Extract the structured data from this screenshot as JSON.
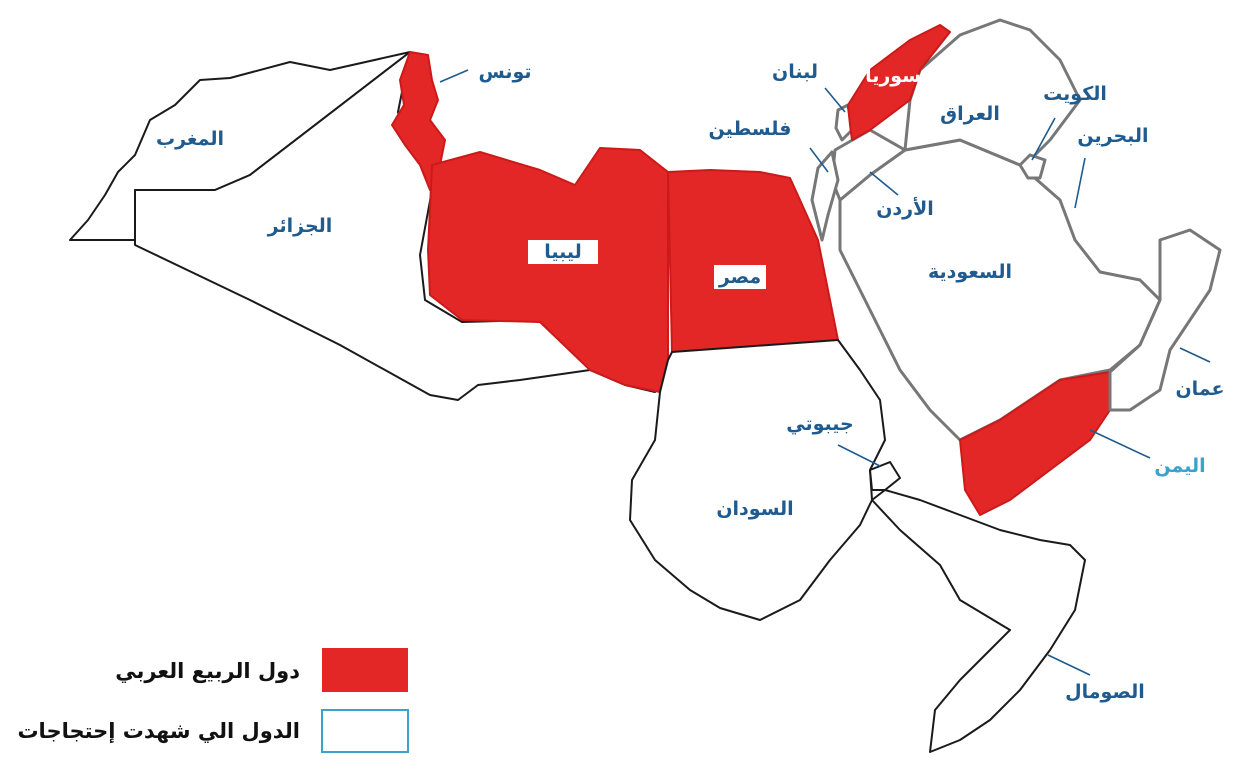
{
  "legend": {
    "items": [
      {
        "label": "دول الربيع العربي",
        "swatch": "filled"
      },
      {
        "label": "الدول الي شهدت إحتجاجات",
        "swatch": "outline"
      }
    ]
  },
  "colors": {
    "spring_fill": "#e32626",
    "protest_outline": "#3aa2cf",
    "label_text": "#1f5b8f",
    "border": "#1a1a1a",
    "border_gray": "#777777"
  },
  "countries": {
    "morocco": {
      "name": "المغرب",
      "status": "none"
    },
    "algeria": {
      "name": "الجزائر",
      "status": "none"
    },
    "tunisia": {
      "name": "تونس",
      "status": "arab_spring"
    },
    "libya": {
      "name": "ليبيا",
      "status": "arab_spring"
    },
    "egypt": {
      "name": "مصر",
      "status": "arab_spring"
    },
    "sudan": {
      "name": "السودان",
      "status": "none"
    },
    "djibouti": {
      "name": "جيبوتي",
      "status": "none"
    },
    "somalia": {
      "name": "الصومال",
      "status": "none"
    },
    "palestine": {
      "name": "فلسطين",
      "status": "none"
    },
    "lebanon": {
      "name": "لبنان",
      "status": "none"
    },
    "syria": {
      "name": "سوريا",
      "status": "arab_spring"
    },
    "jordan": {
      "name": "الأردن",
      "status": "none"
    },
    "iraq": {
      "name": "العراق",
      "status": "none"
    },
    "kuwait": {
      "name": "الكويت",
      "status": "none"
    },
    "bahrain": {
      "name": "البحرين",
      "status": "none"
    },
    "saudi": {
      "name": "السعودية",
      "status": "none"
    },
    "yemen": {
      "name": "اليمن",
      "status": "arab_spring"
    },
    "oman": {
      "name": "عمان",
      "status": "none"
    }
  }
}
